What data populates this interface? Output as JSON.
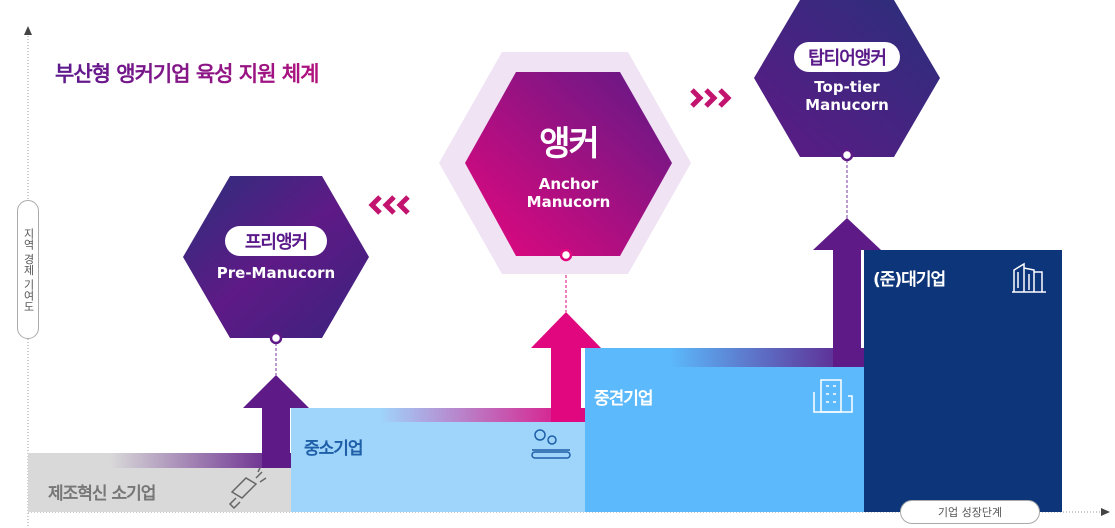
{
  "title": "부산형 앵커기업 육성 지원 체계",
  "axes": {
    "y_label": "지역 경제 기여도",
    "x_label": "기업 성장단계"
  },
  "stages": [
    {
      "label": "제조혁신 소기업",
      "icon": "drill-icon",
      "color": "#d9d9d9"
    },
    {
      "label": "중소기업",
      "icon": "factory-conveyor-icon",
      "color": "#9fd4fb"
    },
    {
      "label": "중견기업",
      "icon": "building-icon",
      "color": "#5cb9fb"
    },
    {
      "label": "(준)대기업",
      "icon": "skyscraper-icon",
      "color": "#0c357a"
    }
  ],
  "hexagons": {
    "pre": {
      "tag": "프리앵커",
      "sub": "Pre-Manucorn"
    },
    "anchor": {
      "tag": "앵커",
      "sub1": "Anchor",
      "sub2": "Manucorn"
    },
    "top": {
      "tag": "탑티어앵커",
      "sub1": "Top-tier",
      "sub2": "Manucorn"
    }
  },
  "colors": {
    "purple": "#5e1a86",
    "magenta": "#e0077f",
    "navy": "#0c357a"
  }
}
